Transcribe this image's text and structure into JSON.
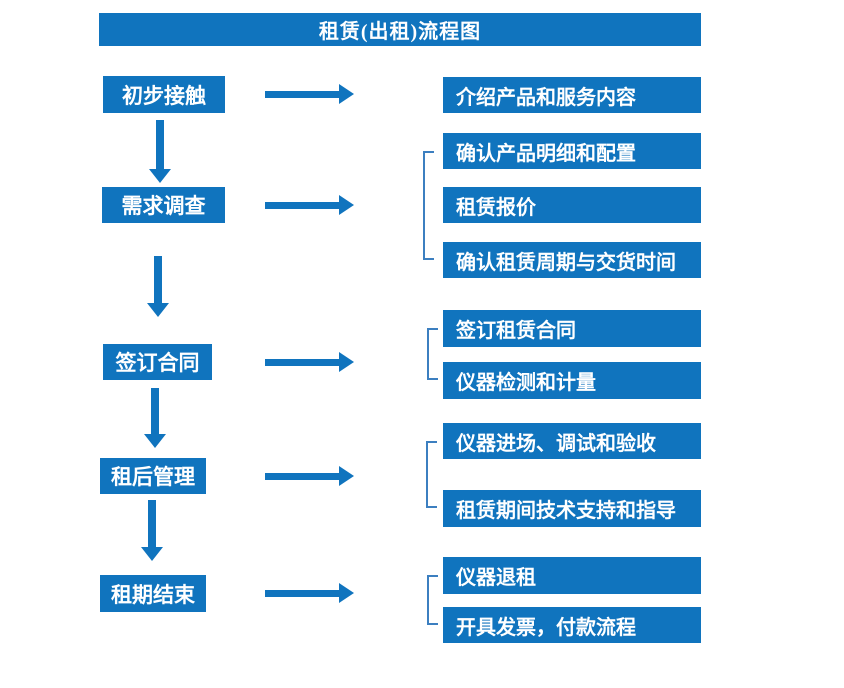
{
  "title": "租赁(出租)流程图",
  "colors": {
    "primary": "#1074BE",
    "bracket": "#3C7FC0",
    "box_text": "#FFFFFF",
    "background": "#FFFFFF"
  },
  "flow": {
    "steps": [
      {
        "label": "初步接触",
        "details": [
          "介绍产品和服务内容"
        ]
      },
      {
        "label": "需求调查",
        "details": [
          "确认产品明细和配置",
          "租赁报价",
          "确认租赁周期与交货时间"
        ]
      },
      {
        "label": "签订合同",
        "details": [
          "签订租赁合同",
          "仪器检测和计量"
        ]
      },
      {
        "label": "租后管理",
        "details": [
          "仪器进场、调试和验收",
          "租赁期间技术支持和指导"
        ]
      },
      {
        "label": "租期结束",
        "details": [
          "仪器退租",
          "开具发票，付款流程"
        ]
      }
    ]
  }
}
